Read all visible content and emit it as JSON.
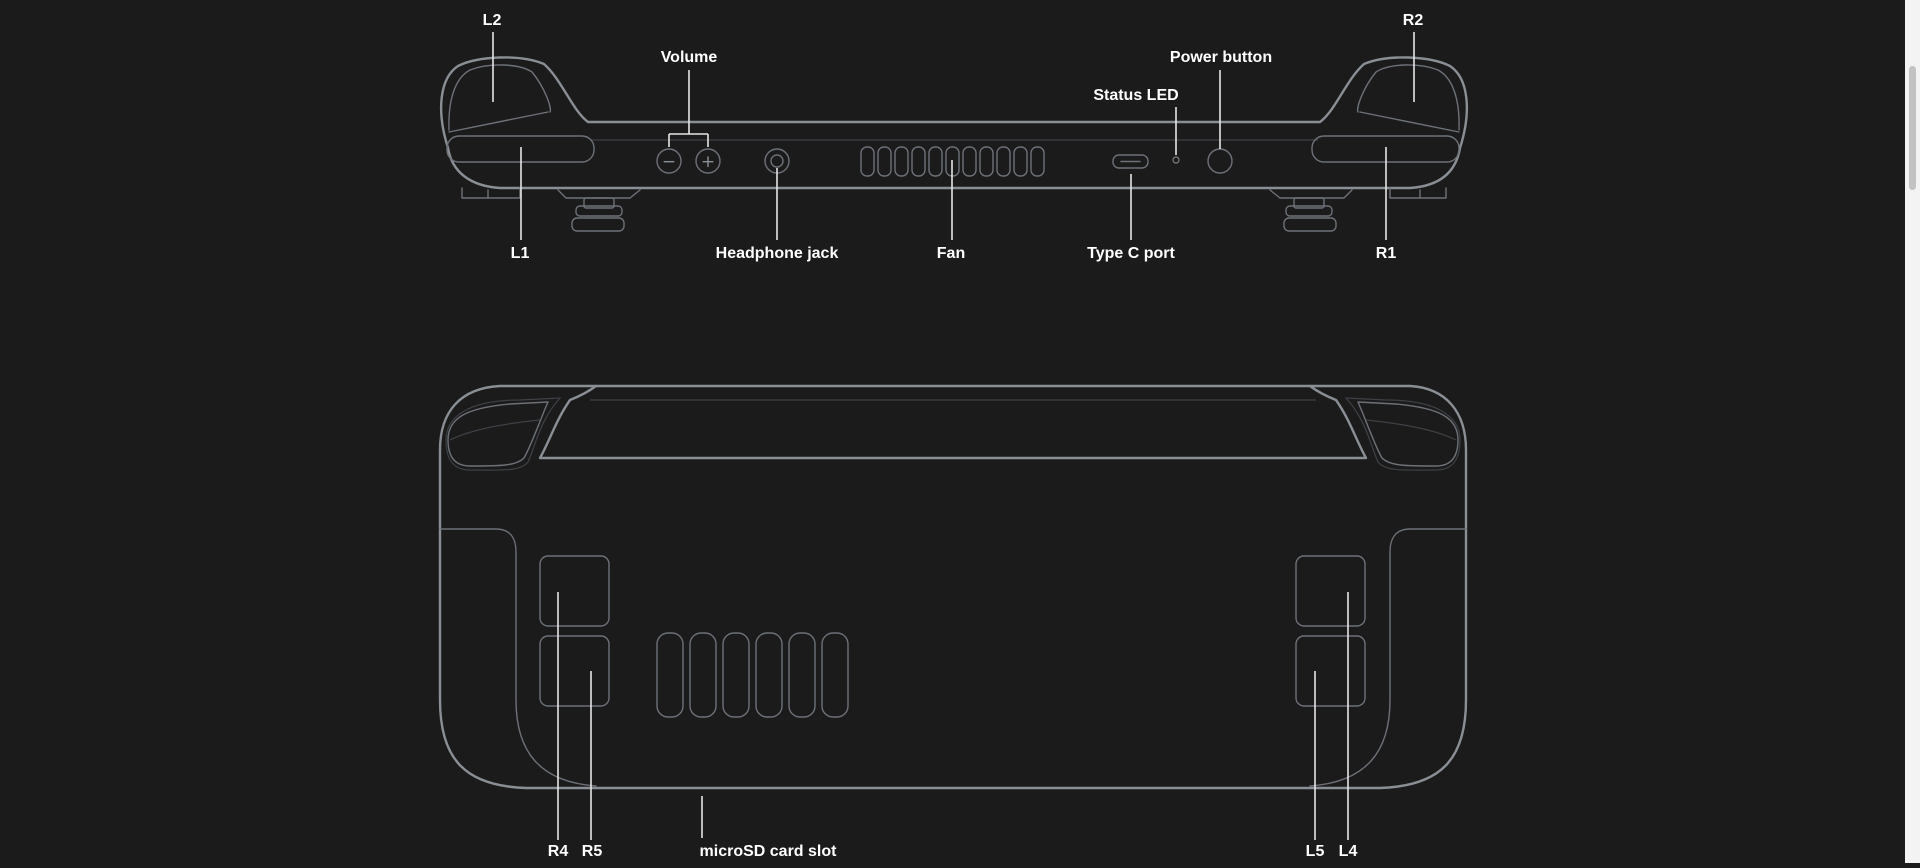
{
  "colors": {
    "background": "#1b1b1b",
    "outline": "#8a8f96",
    "leader": "#e6e6e6",
    "label": "#ffffff"
  },
  "top_view": {
    "labels": {
      "l2": "L2",
      "r2": "R2",
      "volume": "Volume",
      "status_led": "Status LED",
      "power_button": "Power button",
      "l1": "L1",
      "headphone_jack": "Headphone jack",
      "fan": "Fan",
      "type_c_port": "Type C port",
      "r1": "R1"
    },
    "volume_symbols": {
      "minus": "−",
      "plus": "+"
    }
  },
  "back_view": {
    "labels": {
      "r4": "R4",
      "r5": "R5",
      "microsd": "microSD card slot",
      "l5": "L5",
      "l4": "L4"
    }
  }
}
